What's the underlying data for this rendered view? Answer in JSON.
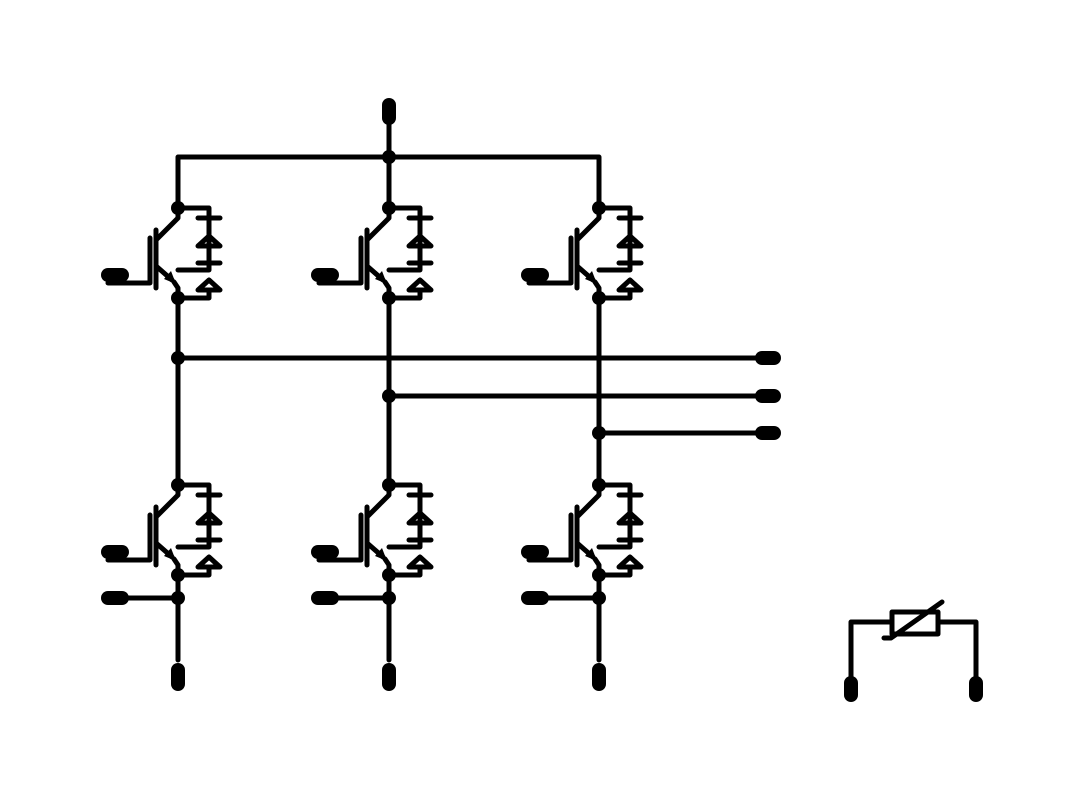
{
  "diagram": {
    "type": "circuit-schematic",
    "background": "#ffffff",
    "line_color": "#000000",
    "components": {
      "igbt_with_diode_count": 6,
      "ntc_thermistor_count": 1,
      "phase_output_terminals": 3
    }
  }
}
